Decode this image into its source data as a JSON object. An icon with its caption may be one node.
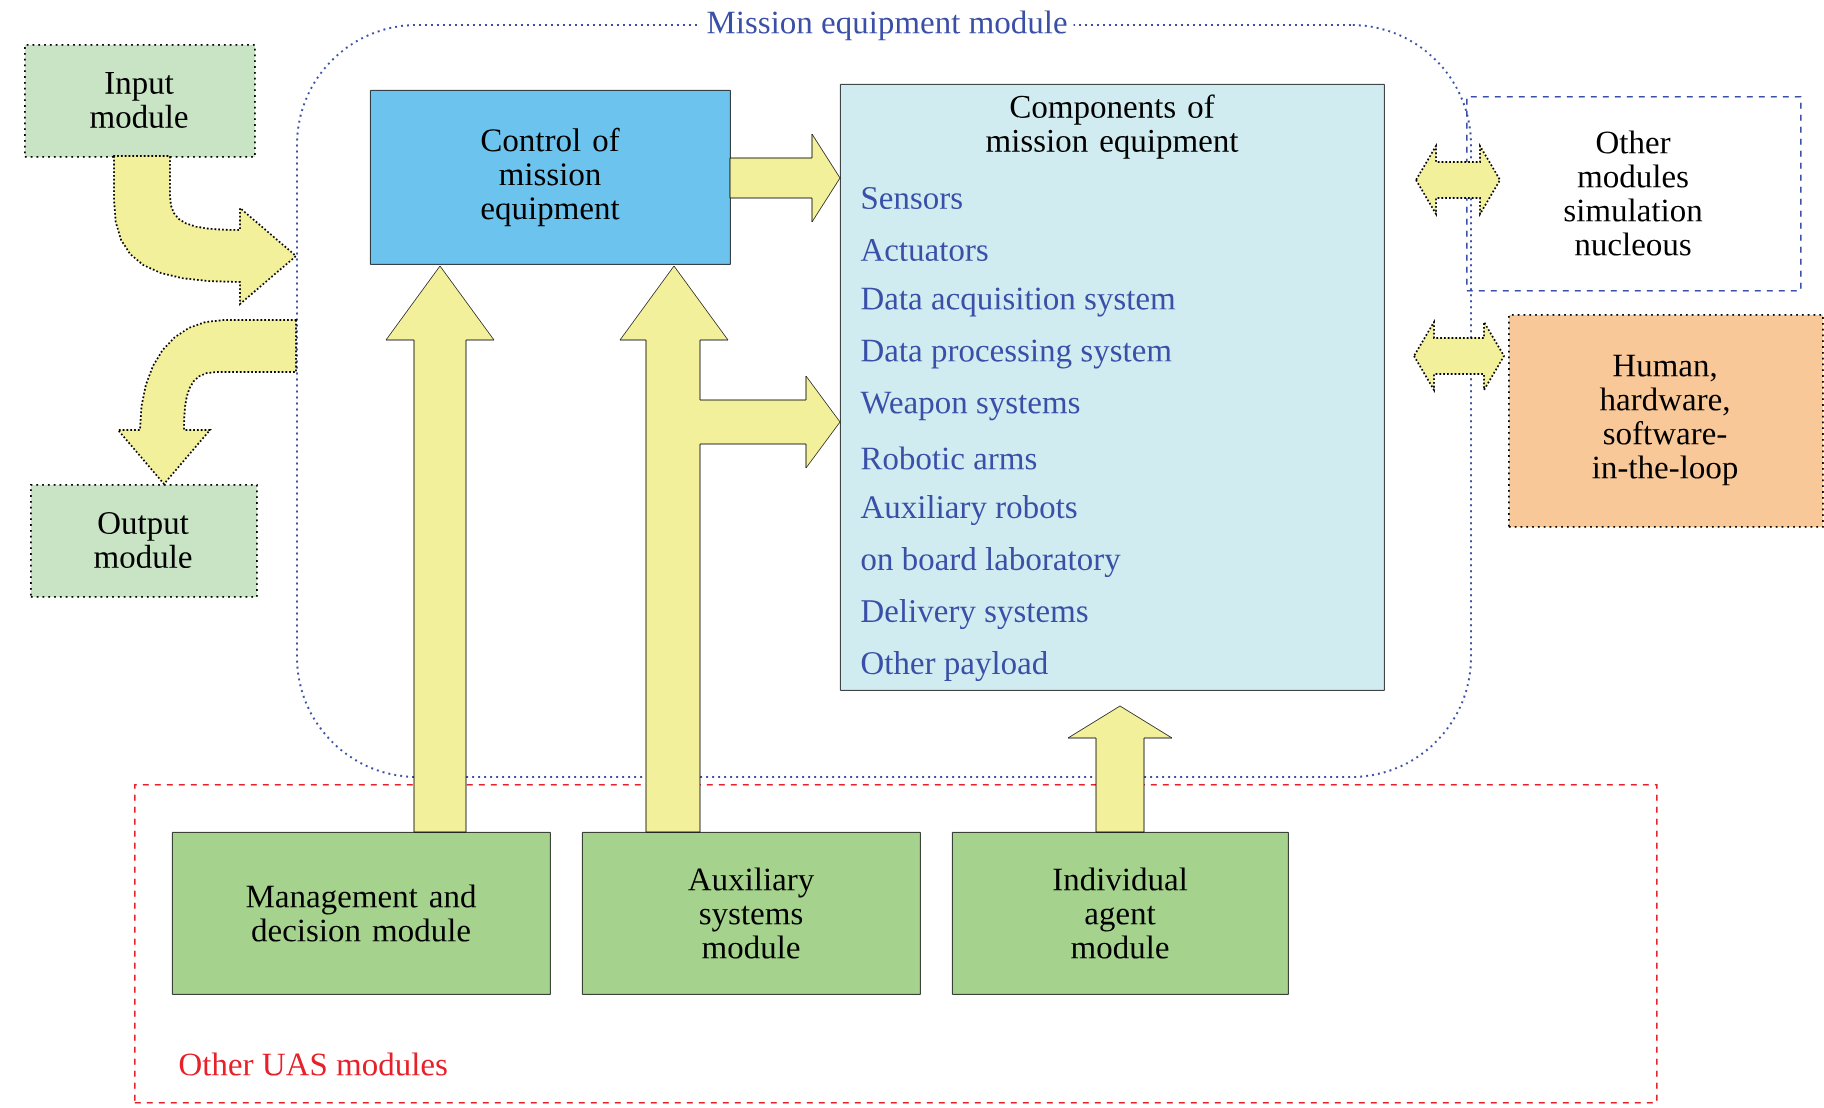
{
  "diagram": {
    "nodes": [
      {
        "text": [
          "Mission equipment module"
        ]
      },
      {
        "text": [
          "Input module"
        ]
      },
      {
        "text": [
          "Output module"
        ]
      },
      {
        "text": [
          "Control of mission equipment"
        ],
        "in": 0
      },
      {
        "text": [
          "Components of mission equipment",
          "Sensors",
          "Actuators",
          "Data acquisition system",
          "Data processing system",
          "Weapon systems",
          "Robotic arms",
          "Auxiliary robots",
          "on board laboratory",
          "Delivery systems",
          "Other payload"
        ],
        "in": 0
      },
      {
        "text": [
          "Other modules simulation nucleous"
        ]
      },
      {
        "text": [
          "Human, hardware, software-in-the-loop"
        ]
      },
      {
        "text": [
          "Other UAS modules"
        ]
      },
      {
        "text": [
          "Management and decision module"
        ],
        "in": 7
      },
      {
        "text": [
          "Auxiliary systems module"
        ],
        "in": 7
      },
      {
        "text": [
          "Individual agent module"
        ],
        "in": 7
      }
    ],
    "edges": [
      {
        "from": 1,
        "to": 0,
        "arrow": "to",
        "style": "dashed"
      },
      {
        "from": 0,
        "to": 2,
        "arrow": "to",
        "style": "dashed"
      },
      {
        "from": 3,
        "to": 4,
        "arrow": "to"
      },
      {
        "from": 8,
        "to": 3,
        "arrow": "to"
      },
      {
        "from": 9,
        "to": 3,
        "arrow": "to"
      },
      {
        "from": 9,
        "to": 4,
        "arrow": "to"
      },
      {
        "from": 10,
        "to": 4,
        "arrow": "to"
      },
      {
        "from": 0,
        "to": 5,
        "arrow": "both",
        "style": "dashed"
      },
      {
        "from": 0,
        "to": 6,
        "arrow": "both",
        "style": "dashed"
      }
    ]
  }
}
